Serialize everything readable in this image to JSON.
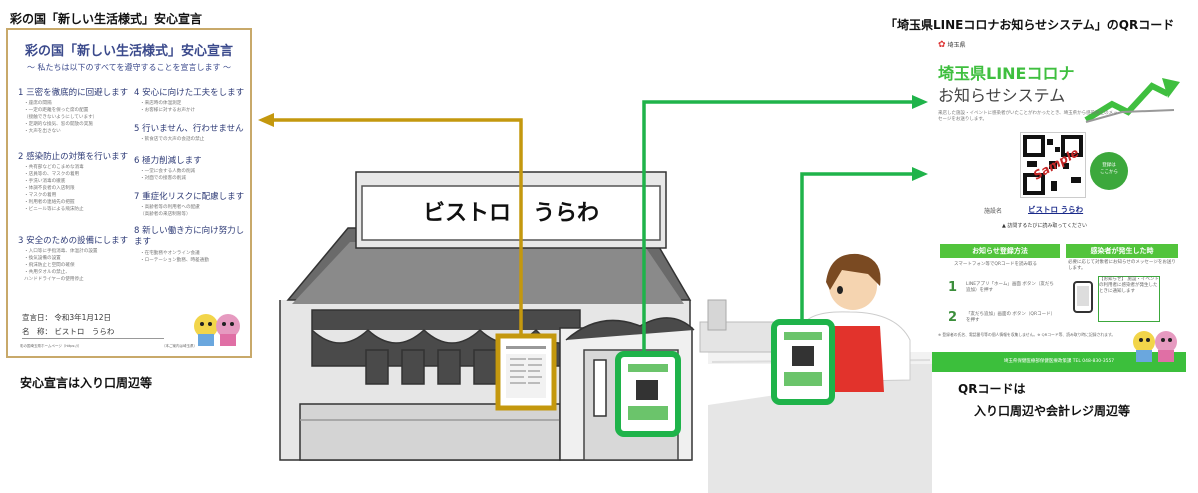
{
  "captions": {
    "left_top": "彩の国「新しい生活様式」安心宣言",
    "right_top": "「埼玉県LINEコロナお知らせシステム」のQRコード",
    "left_bottom": "安心宣言は入り口周辺等",
    "right_bottom_1": "QRコードは",
    "right_bottom_2": "入り口周辺や会計レジ周辺等"
  },
  "shop": {
    "sign": "ビストロ　うらわ"
  },
  "declaration": {
    "title": "彩の国「新しい生活様式」安心宣言",
    "subtitle": "～ 私たちは以下のすべてを遵守することを宣言します ～",
    "sections": [
      {
        "title": "1 三密を徹底的に回避します",
        "items": [
          "・座席の間隔",
          "・一定の距離を保った席の配置",
          "（接触できないようにしています）",
          "・定期的な換気、窓の開放の実施",
          "・大声を出さない"
        ]
      },
      {
        "title": "2 感染防止の対策を行います",
        "items": [
          "・共有部などのこまめな消毒",
          "・店員等の、マスクの着用",
          "・手洗い消毒の徹底",
          "・体調不良者の入店制限",
          "・マスクの着用",
          "・利用者の連絡先の把握",
          "・ビニール等による飛沫防止"
        ]
      },
      {
        "title": "3 安全のための設備にします",
        "items": [
          "・入口等に手指消毒、体温計の設置",
          "・換気設備の設置",
          "・飛沫防止と空間の確保",
          "・共用タオルの禁止、",
          "ハンドドライヤーの使用停止"
        ]
      },
      {
        "title": "4 安心に向けた工夫をします",
        "items": [
          "・来店時の体温測定",
          "・お客様に対するお声かけ"
        ]
      },
      {
        "title": "5 行いません、行わせません",
        "items": [
          "・飲食店での大声の会話の禁止"
        ]
      },
      {
        "title": "6 極力削減します",
        "items": [
          "・一堂に会する人数の削減",
          "・対面での接客の削減"
        ]
      },
      {
        "title": "7 重症化リスクに配慮します",
        "items": [
          "・高齢者等の利用者への配慮",
          "（高齢者の来店制限等）"
        ]
      },
      {
        "title": "8 新しい働き方に向け努力します",
        "items": [
          "・在宅勤務やオンライン会議",
          "・ローテーション勤務、時差通勤"
        ]
      }
    ],
    "date": "宣言日： 令和3年1月12日",
    "name": "名　称： ビストロ　うらわ",
    "footer_left": "彩の国埼玉県ホームページ（https://）",
    "footer_right": "（本ご案内は埼玉県）"
  },
  "line_poster": {
    "logo": "埼玉県",
    "title1": "埼玉県LINEコロナ",
    "title2": "お知らせシステム",
    "desc": "来店した施設・イベントに感染者がいたことがわかったとき、埼玉県から感染防止のメッセージをお送りします。",
    "qr_overlay": "Sample",
    "badge": "登録は\nここから",
    "shop_label": "施設名",
    "shop_name": "ビストロ うらわ",
    "warn": "▲ 訪問するたびに読み取ってください",
    "reg_head": "お知らせ登録方法",
    "notif_head": "感染者が発生した時",
    "reg_desc": "スマートフォン等でQRコードを読み取る",
    "notif_desc": "必要に応じて対象者にお知らせのメッセージをお送りします。",
    "step1_num": "1",
    "step1_text": "LINEアプリ「ホーム」画面 ボタン（友だち追加）を押す",
    "step2_num": "2",
    "step2_text": "「友だち追加」画面の ボタン（QRコード）を押す",
    "notice_box": "【お知らせ】 施設・イベントの利用者に感染者が発生したときに通知します",
    "notes": "※ 登録者の氏名、電話番号等の個人情報を収集しません。※ QRコード等、読み取り時に記録されます。",
    "footer": "埼玉県保健医療部保健医療政策課 TEL 048-830-3557"
  },
  "colors": {
    "gold_line": "#c4980e",
    "green_line": "#1fb34a",
    "line_green": "#3fbf3f"
  }
}
